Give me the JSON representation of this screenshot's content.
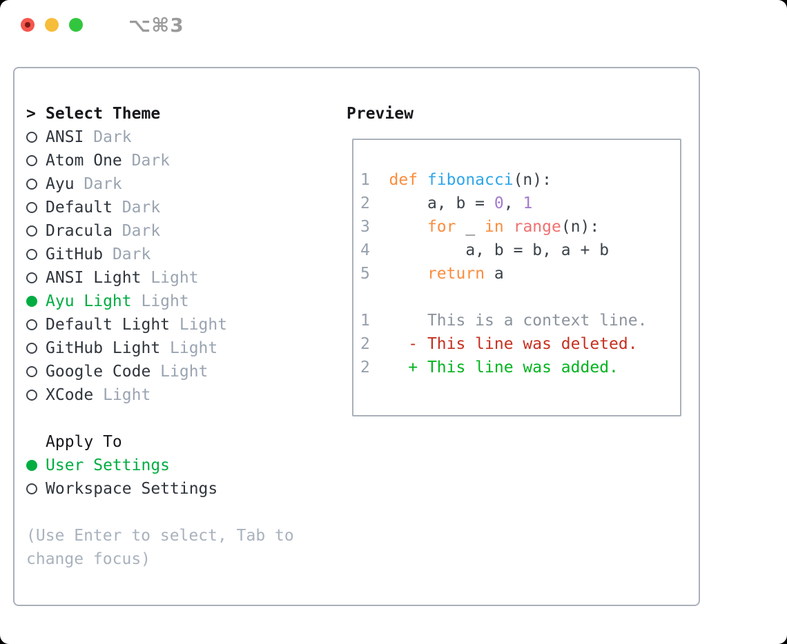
{
  "titlebar": {
    "shortcut": "⌥⌘3"
  },
  "colors": {
    "traffic_red": "#f5564e",
    "traffic_red_dot": "#7c1a12",
    "traffic_yellow": "#f6bd3b",
    "traffic_green": "#32c63e",
    "shortcut_gray": "#9b9b9b",
    "border": "#a9b0ba",
    "heading_black": "#16181b",
    "text_dark": "#2f353c",
    "muted_gray": "#9aa4b1",
    "hint_gray": "#a9b2bd",
    "radio_outline": "#3d444d",
    "selection_green": "#00ad41",
    "lineno_gray": "#96a0ac",
    "keyword_orange": "#fa8d3e",
    "function_blue": "#2ea6e9",
    "number_purple": "#a37acc",
    "builtin_coral": "#f07171",
    "code_text": "#3b424a",
    "context_gray": "#8b939d",
    "deleted_red": "#c5301f",
    "added_green": "#00b41e"
  },
  "panel": {
    "select_theme": {
      "prefix": ">",
      "title": "Select Theme"
    },
    "themes": [
      {
        "name": "ANSI",
        "variant": "Dark",
        "selected": false
      },
      {
        "name": "Atom One",
        "variant": "Dark",
        "selected": false
      },
      {
        "name": "Ayu",
        "variant": "Dark",
        "selected": false
      },
      {
        "name": "Default",
        "variant": "Dark",
        "selected": false
      },
      {
        "name": "Dracula",
        "variant": "Dark",
        "selected": false
      },
      {
        "name": "GitHub",
        "variant": "Dark",
        "selected": false
      },
      {
        "name": "ANSI Light",
        "variant": "Light",
        "selected": false
      },
      {
        "name": "Ayu Light",
        "variant": "Light",
        "selected": true
      },
      {
        "name": "Default Light",
        "variant": "Light",
        "selected": false
      },
      {
        "name": "GitHub Light",
        "variant": "Light",
        "selected": false
      },
      {
        "name": "Google Code",
        "variant": "Light",
        "selected": false
      },
      {
        "name": "XCode",
        "variant": "Light",
        "selected": false
      }
    ],
    "apply_to": {
      "title": "Apply To",
      "options": [
        {
          "name": "User Settings",
          "selected": true
        },
        {
          "name": "Workspace Settings",
          "selected": false
        }
      ]
    },
    "hint": [
      "(Use Enter to select, Tab to",
      "change focus)"
    ]
  },
  "preview": {
    "title": "Preview",
    "lines": [
      {
        "segments": [
          {
            "t": "ln",
            "s": "1  "
          },
          {
            "t": "kw",
            "s": "def "
          },
          {
            "t": "fn",
            "s": "fibonacci"
          },
          {
            "t": "pl",
            "s": "(n):"
          }
        ]
      },
      {
        "segments": [
          {
            "t": "ln",
            "s": "2"
          },
          {
            "t": "pl",
            "s": "      a, b = "
          },
          {
            "t": "num",
            "s": "0"
          },
          {
            "t": "pl",
            "s": ", "
          },
          {
            "t": "num",
            "s": "1"
          }
        ]
      },
      {
        "segments": [
          {
            "t": "ln",
            "s": "3"
          },
          {
            "t": "pl",
            "s": "      "
          },
          {
            "t": "kw",
            "s": "for "
          },
          {
            "t": "pl",
            "s": "_ "
          },
          {
            "t": "kw",
            "s": "in "
          },
          {
            "t": "bi",
            "s": "range"
          },
          {
            "t": "pl",
            "s": "(n):"
          }
        ]
      },
      {
        "segments": [
          {
            "t": "ln",
            "s": "4"
          },
          {
            "t": "pl",
            "s": "          a, b = b, a + b"
          }
        ]
      },
      {
        "segments": [
          {
            "t": "ln",
            "s": "5"
          },
          {
            "t": "pl",
            "s": "      "
          },
          {
            "t": "kw",
            "s": "return "
          },
          {
            "t": "pl",
            "s": "a"
          }
        ]
      },
      {
        "segments": []
      },
      {
        "segments": [
          {
            "t": "ln",
            "s": "1"
          },
          {
            "t": "ctx",
            "s": "      This is a context line."
          }
        ]
      },
      {
        "segments": [
          {
            "t": "ln",
            "s": "2"
          },
          {
            "t": "del",
            "s": "    - This line was deleted."
          }
        ]
      },
      {
        "segments": [
          {
            "t": "ln",
            "s": "2"
          },
          {
            "t": "add",
            "s": "    + This line was added."
          }
        ]
      }
    ]
  }
}
